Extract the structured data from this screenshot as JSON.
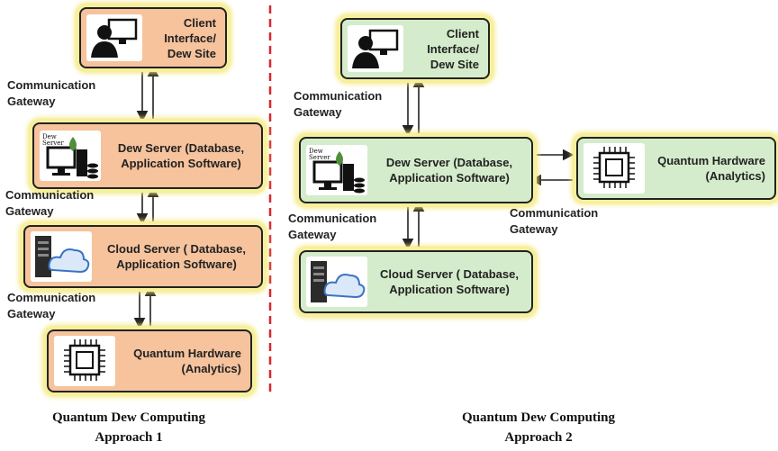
{
  "approach1": {
    "client": "Client\nInterface/\nDew Site",
    "dew_server": "Dew Server (Database,\nApplication Software)",
    "cloud_server": "Cloud Server ( Database,\nApplication Software)",
    "quantum": "Quantum Hardware\n(Analytics)",
    "gateway1": "Communication\nGateway",
    "gateway2": "Communication\nGateway",
    "gateway3": "Communication\nGateway",
    "caption": "Quantum Dew Computing\nApproach 1"
  },
  "approach2": {
    "client": "Client\nInterface/\nDew Site",
    "dew_server": "Dew Server (Database,\nApplication Software)",
    "cloud_server": "Cloud Server ( Database,\nApplication Software)",
    "quantum": "Quantum Hardware\n(Analytics)",
    "gateway1": "Communication\nGateway",
    "gateway2": "Communication\nGateway",
    "gateway3": "Communication\nGateway",
    "caption": "Quantum Dew Computing\nApproach 2"
  },
  "icon_text": {
    "dew_server": "Dew\nServer"
  },
  "colors": {
    "orange_box": "#f6c39d",
    "green_box": "#d4eccb",
    "glow": "#f7ef9a",
    "divider": "#d9262b"
  },
  "icons": [
    "user-computer-icon",
    "dew-server-icon",
    "cloud-server-icon",
    "cpu-chip-icon"
  ]
}
